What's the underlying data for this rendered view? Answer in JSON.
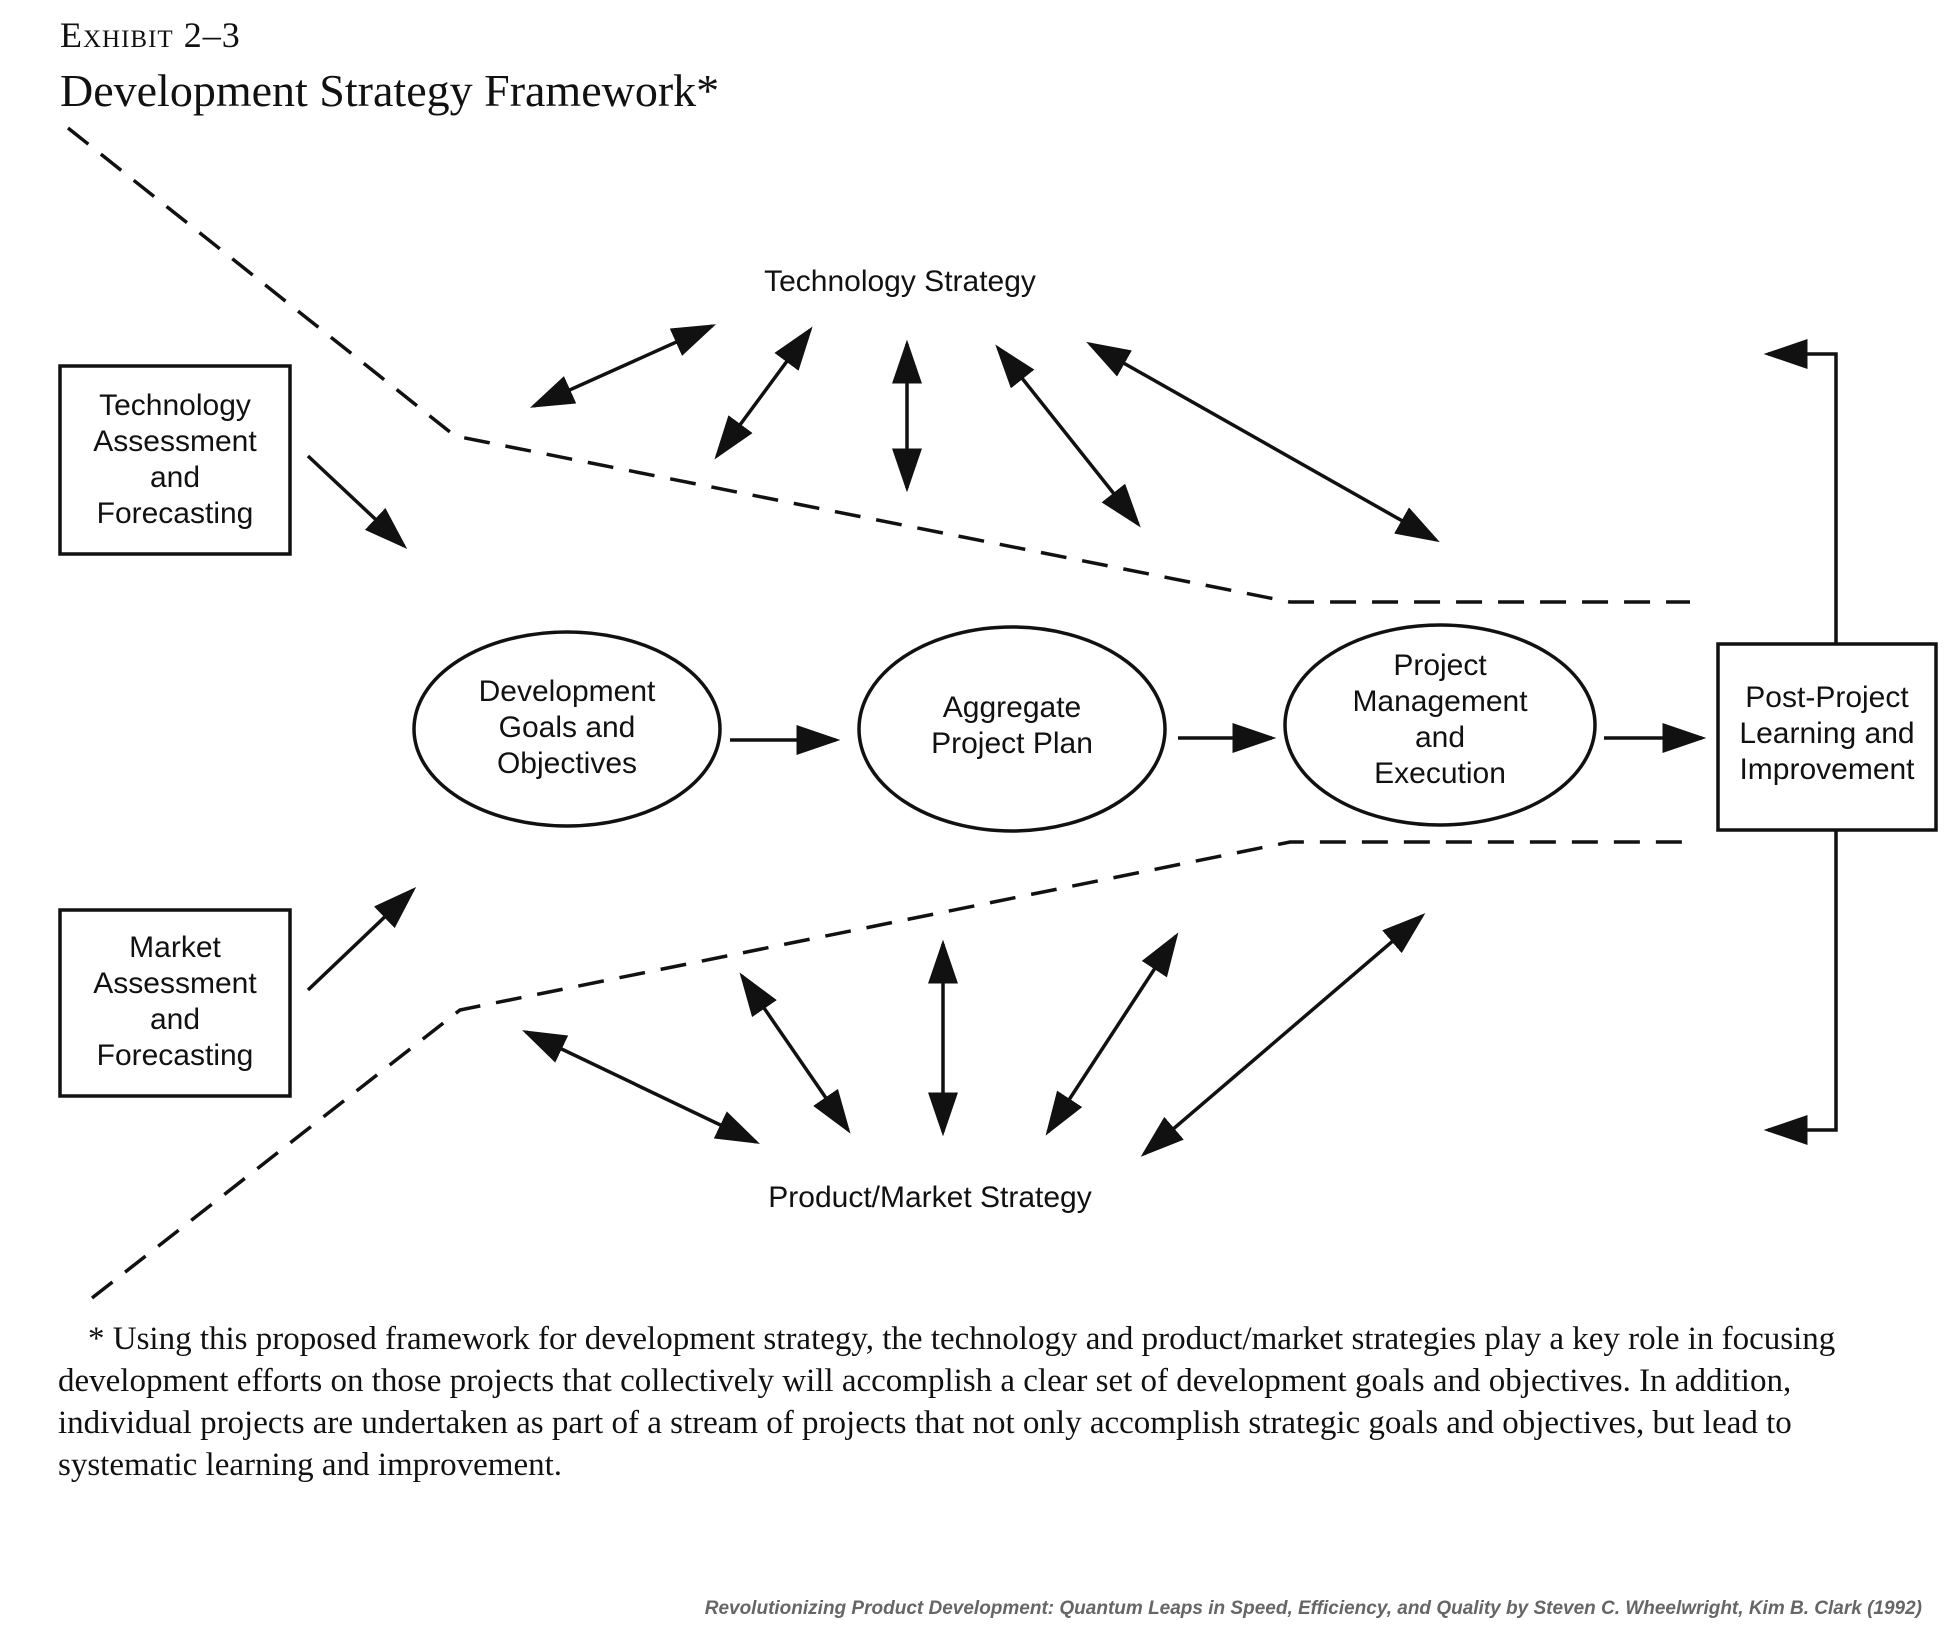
{
  "exhibit": {
    "word": "Exhibit",
    "number": "2–3"
  },
  "title": "Development Strategy Framework*",
  "labels": {
    "technology_strategy": "Technology Strategy",
    "product_market_strategy": "Product/Market Strategy"
  },
  "boxes": {
    "technology_assessment": [
      "Technology",
      "Assessment",
      "and",
      "Forecasting"
    ],
    "market_assessment": [
      "Market",
      "Assessment",
      "and",
      "Forecasting"
    ],
    "post_project": [
      "Post-Project",
      "Learning and",
      "Improvement"
    ]
  },
  "ovals": {
    "development_goals": [
      "Development",
      "Goals and",
      "Objectives"
    ],
    "aggregate_plan": [
      "Aggregate",
      "Project Plan"
    ],
    "project_management": [
      "Project",
      "Management",
      "and",
      "Execution"
    ]
  },
  "footnote": "* Using this proposed framework for development strategy, the technology and product/market strategies play a key role in focusing development efforts on those projects that collectively will accomplish a clear set of development goals and objectives. In addition, individual projects are undertaken as part of a stream of projects that not only accomplish strategic goals and objectives, but lead to systematic learning and improvement.",
  "source": "Revolutionizing Product Development: Quantum Leaps in Speed, Efficiency, and Quality by Steven C. Wheelwright, Kim B. Clark (1992)"
}
